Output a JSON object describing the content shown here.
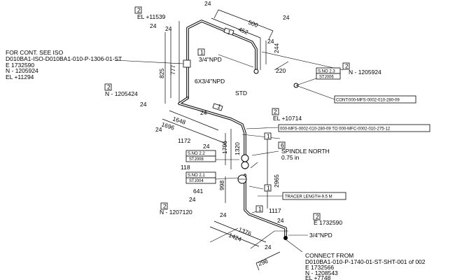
{
  "drawing": {
    "top": {
      "el": "EL +11539",
      "dims": [
        "24",
        "500",
        "452",
        "24",
        "24",
        "244",
        "24",
        "220",
        "24",
        "777",
        "825"
      ],
      "tag_a": "2",
      "flag_1a": "1",
      "flag_1b": "1",
      "npd": "3/4\"NPD",
      "n_right": "N - 1205924",
      "tag_right": "2",
      "sno": "S.NO 2.3",
      "st": "STJ006",
      "cont": "CONT:000-MFS-0002-010-280-09"
    },
    "left": {
      "note1": "FOR CONT. SEE ISO",
      "note2": "D010BA1-ISO-D010BA1-010-P-1306-01-ST",
      "e": "E 1732590",
      "n": "N - 1205924",
      "el": "EL +11294",
      "bolts": "6X3/4\"NPD",
      "tag": "2",
      "n2": "N - 1205424"
    },
    "middle": {
      "std": "STD",
      "d24a": "24",
      "d24b": "24",
      "d1648": "1648",
      "d1696": "1696",
      "d24c": "24",
      "d1172": "1172",
      "el": "EL +10714",
      "tag": "2",
      "line_ref": "000-MFS-0002-010-280-09  TO 000-MFC-0002-010-275-12",
      "flag": "1",
      "flag2": "1",
      "flag_mid": "1",
      "d1796": "1796",
      "d1320": "1320",
      "spindle_tag": "6",
      "spindle": "SPINDLE NORTH",
      "spindle_val": "0.75 in",
      "d2965": "2965",
      "sno22": "S.NO 2.2",
      "st008": "STJ008",
      "d118": "118",
      "sno21": "S.NO 2.1",
      "st004": "STJ004",
      "d24d": "24",
      "d998": "998",
      "d641": "641",
      "d24e": "24",
      "tracer": "TRACER LENGTH-9.5 M",
      "tracer_flag": "1"
    },
    "bottom": {
      "tag": "2",
      "n": "N - 1207120",
      "d24a": "24",
      "d1376": "1376",
      "d1424": "1424",
      "d1117": "1117",
      "flag": "1",
      "d24b": "24",
      "tag_e": "2",
      "e": "E 1732590",
      "npd": "3/4\"NPD",
      "d24c": "24",
      "d296": "296",
      "conn1": "CONNECT FROM",
      "conn2": "D010BA1-010-P-1740-01-ST-SHT-001 of 002",
      "conn_e": "E 1732566",
      "conn_n": "N - 1208543",
      "conn_el": "EL +7748"
    }
  }
}
